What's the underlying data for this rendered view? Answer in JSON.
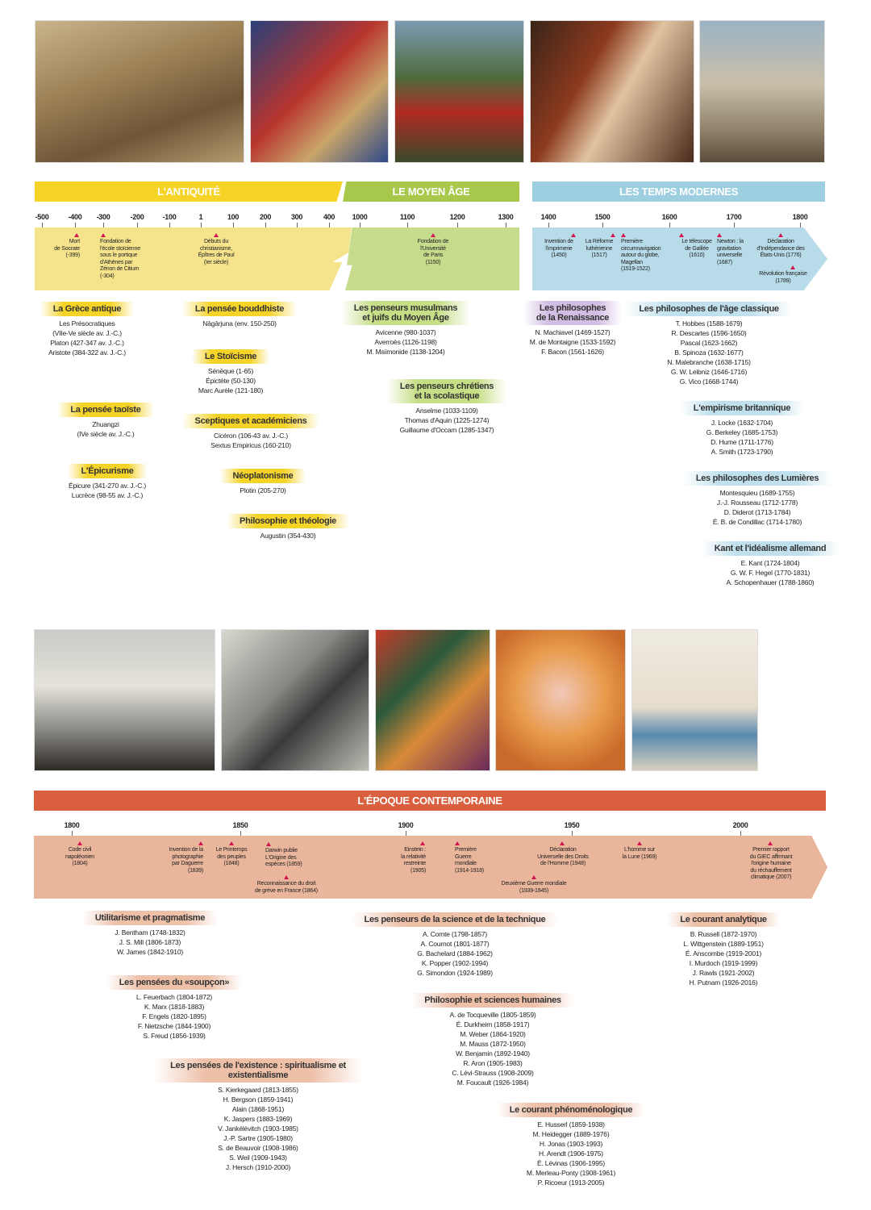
{
  "top": {
    "eras": [
      {
        "label": "L'ANTIQUITÉ",
        "color": "#f5d327",
        "band": "#f6e48c"
      },
      {
        "label": "LE MOYEN ÂGE",
        "color": "#a8c84c",
        "band": "#c6dc8c"
      },
      {
        "label": "LES TEMPS MODERNES",
        "color": "#9dcfe1",
        "band": "#b7dbe8"
      }
    ],
    "ticks": [
      "-500",
      "-400",
      "-300",
      "-200",
      "-100",
      "1",
      "100",
      "200",
      "300",
      "400",
      "1000",
      "1100",
      "1200",
      "1300",
      "1400",
      "1500",
      "1600",
      "1700",
      "1800"
    ],
    "events": [
      "Mort\nde Socrate\n(-399)",
      "Fondation de\nl'école stoïcienne\nsous le portique\nd'Athènes par\nZénon de Citium\n(-304)",
      "Débuts du\nchristianisme,\nÉpîtres de Paul\n(Ier siècle)",
      "Fondation de\nl'Université\nde Paris\n(1150)",
      "Invention de\nl'imprimerie\n(1450)",
      "La Réforme\nluthérienne\n(1517)",
      "Première\ncircumnavigation\nautour du globe,\nMagellan\n(1519-1522)",
      "Le télescope\nde Galilée\n(1610)",
      "Newton : la\ngravitation\nuniverselle\n(1687)",
      "Déclaration\nd'Indépendance des\nÉtats-Unis (1776)",
      "Révolution française\n(1789)"
    ],
    "groups": [
      {
        "title": "La Grèce antique",
        "people": [
          "Les Présocratiques",
          "(VIIe-Ve siècle av. J.-C.)",
          "Platon (427-347 av. J.-C.)",
          "Aristote (384-322 av. J.-C.)"
        ]
      },
      {
        "title": "La pensée bouddhiste",
        "people": [
          "Nāgārjuna (env. 150-250)"
        ]
      },
      {
        "title": "Le Stoïcisme",
        "people": [
          "Sénèque (1-65)",
          "Épictète (50-130)",
          "Marc Aurèle (121-180)"
        ]
      },
      {
        "title": "La pensée taoïste",
        "people": [
          "Zhuangzi",
          "(IVe siècle av. J.-C.)"
        ]
      },
      {
        "title": "Sceptiques et académiciens",
        "people": [
          "Cicéron (106-43 av. J.-C.)",
          "Sextus Empiricus (160-210)"
        ]
      },
      {
        "title": "L'Épicurisme",
        "people": [
          "Épicure (341-270 av. J.-C.)",
          "Lucrèce (98-55 av. J.-C.)"
        ]
      },
      {
        "title": "Néoplatonisme",
        "people": [
          "Plotin (205-270)"
        ]
      },
      {
        "title": "Philosophie et théologie",
        "people": [
          "Augustin (354-430)"
        ]
      },
      {
        "title": "Les penseurs musulmans\net juifs du Moyen Âge",
        "people": [
          "Avicenne (980-1037)",
          "Averroès (1126-1198)",
          "M. Maïmonide (1138-1204)"
        ]
      },
      {
        "title": "Les penseurs chrétiens\net la scolastique",
        "people": [
          "Anselme (1033-1109)",
          "Thomas d'Aquin (1225-1274)",
          "Guillaume d'Occam (1285-1347)"
        ]
      },
      {
        "title": "Les philosophes\nde la Renaissance",
        "people": [
          "N. Machiavel (1469-1527)",
          "M. de Montaigne (1533-1592)",
          "F. Bacon (1561-1626)"
        ]
      },
      {
        "title": "Les philosophes de l'âge classique",
        "people": [
          "T. Hobbes (1588-1679)",
          "R. Descartes (1596-1650)",
          "Pascal (1623-1662)",
          "B. Spinoza (1632-1677)",
          "N. Malebranche (1638-1715)",
          "G. W. Leibniz (1646-1716)",
          "G. Vico (1668-1744)"
        ]
      },
      {
        "title": "L'empirisme britannique",
        "people": [
          "J. Locke (1632-1704)",
          "G. Berkeley (1685-1753)",
          "D. Hume (1711-1776)",
          "A. Smith (1723-1790)"
        ]
      },
      {
        "title": "Les philosophes des Lumières",
        "people": [
          "Montesquieu (1689-1755)",
          "J.-J. Rousseau (1712-1778)",
          "D. Diderot (1713-1784)",
          "É. B. de Condillac (1714-1780)"
        ]
      },
      {
        "title": "Kant et l'idéalisme allemand",
        "people": [
          "E. Kant (1724-1804)",
          "G. W. F. Hegel (1770-1831)",
          "A. Schopenhauer (1788-1860)"
        ]
      }
    ]
  },
  "bottom": {
    "era": {
      "label": "L'ÉPOQUE CONTEMPORAINE",
      "color": "#d95f3e",
      "band": "#e9b59b"
    },
    "ticks": [
      "1800",
      "1850",
      "1900",
      "1950",
      "2000"
    ],
    "events": [
      "Code civil\nnapoléonien\n(1804)",
      "Invention de la\nphotographie\npar Daguerre\n(1839)",
      "Le Printemps\ndes peuples\n(1848)",
      "Darwin publie\nL'Origine des\nespèces (1859)",
      "Reconnaissance du droit\nde grève en France (1864)",
      "Einstein :\nla relativité\nrestreinte\n(1905)",
      "Première\nGuerre\nmondiale\n(1914-1918)",
      "Déclaration\nUniverselle des Droits\nde l'Homme (1948)",
      "Deuxième Guerre mondiale\n(1939-1945)",
      "L'homme sur\nla Lune (1969)",
      "Premier rapport\ndu GIEC affirmant\nl'origine humaine\ndu réchauffement\nclimatique (2007)"
    ],
    "groups": [
      {
        "title": "Utilitarisme et pragmatisme",
        "people": [
          "J. Bentham (1748-1832)",
          "J. S. Mill (1806-1873)",
          "W. James (1842-1910)"
        ]
      },
      {
        "title": "Les pensées du «soupçon»",
        "people": [
          "L. Feuerbach (1804-1872)",
          "K. Marx (1818-1883)",
          "F. Engels (1820-1895)",
          "F. Nietzsche (1844-1900)",
          "S. Freud (1856-1939)"
        ]
      },
      {
        "title": "Les pensées de l'existence : spiritualisme et existentialisme",
        "people": [
          "S. Kierkegaard (1813-1855)",
          "H. Bergson (1859-1941)",
          "Alain (1868-1951)",
          "K. Jaspers (1883-1969)",
          "V. Jankélévitch (1903-1985)",
          "J.-P. Sartre (1905-1980)",
          "S. de Beauvoir (1908-1986)",
          "S. Weil (1909-1943)",
          "J. Hersch (1910-2000)"
        ]
      },
      {
        "title": "Les penseurs de la science et de la technique",
        "people": [
          "A. Comte (1798-1857)",
          "A. Cournot (1801-1877)",
          "G. Bachelard (1884-1962)",
          "K. Popper (1902-1994)",
          "G. Simondon (1924-1989)"
        ]
      },
      {
        "title": "Philosophie et sciences humaines",
        "people": [
          "A. de Tocqueville (1805-1859)",
          "É. Durkheim (1858-1917)",
          "M. Weber (1864-1920)",
          "M. Mauss (1872-1950)",
          "W. Benjamin (1892-1940)",
          "R. Aron (1905-1983)",
          "C. Lévi-Strauss (1908-2009)",
          "M. Foucault (1926-1984)"
        ]
      },
      {
        "title": "Le courant analytique",
        "people": [
          "B. Russell (1872-1970)",
          "L. Wittgenstein (1889-1951)",
          "É. Anscombe (1919-2001)",
          "I. Murdoch (1919-1999)",
          "J. Rawls (1921-2002)",
          "H. Putnam (1926-2016)"
        ]
      },
      {
        "title": "Le courant phénoménologique",
        "people": [
          "E. Husserl (1859-1938)",
          "M. Heidegger (1889-1976)",
          "H. Jonas (1903-1993)",
          "H. Arendt (1906-1975)",
          "É. Lévinas (1906-1995)",
          "M. Merleau-Ponty (1908-1961)",
          "P. Ricoeur (1913-2005)"
        ]
      }
    ]
  }
}
